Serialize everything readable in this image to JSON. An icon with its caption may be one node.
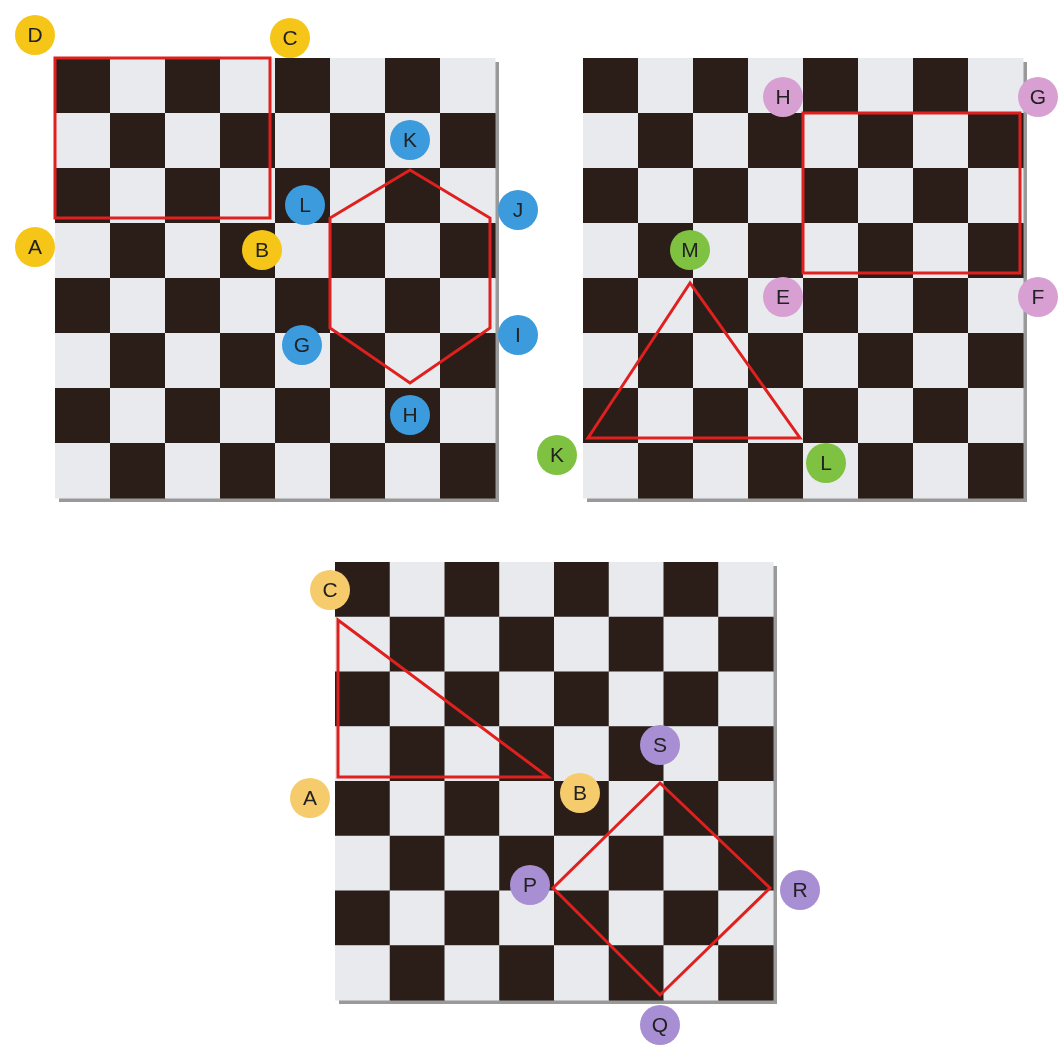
{
  "diagram": {
    "nodes": [
      {
        "text": [
          "D"
        ]
      },
      {
        "text": [
          "C"
        ]
      },
      {
        "text": [
          "A"
        ]
      },
      {
        "text": [
          "B"
        ]
      },
      {
        "text": [
          "K"
        ]
      },
      {
        "text": [
          "L"
        ]
      },
      {
        "text": [
          "J"
        ]
      },
      {
        "text": [
          "G"
        ]
      },
      {
        "text": [
          "I"
        ]
      },
      {
        "text": [
          "H"
        ]
      },
      {
        "text": [
          "H"
        ]
      },
      {
        "text": [
          "G"
        ]
      },
      {
        "text": [
          "E"
        ]
      },
      {
        "text": [
          "F"
        ]
      },
      {
        "text": [
          "M"
        ]
      },
      {
        "text": [
          "K"
        ]
      },
      {
        "text": [
          "L"
        ]
      },
      {
        "text": [
          "C"
        ]
      },
      {
        "text": [
          "A"
        ]
      },
      {
        "text": [
          "B"
        ]
      },
      {
        "text": [
          "S"
        ]
      },
      {
        "text": [
          "P"
        ]
      },
      {
        "text": [
          "R"
        ]
      },
      {
        "text": [
          "Q"
        ]
      }
    ]
  }
}
